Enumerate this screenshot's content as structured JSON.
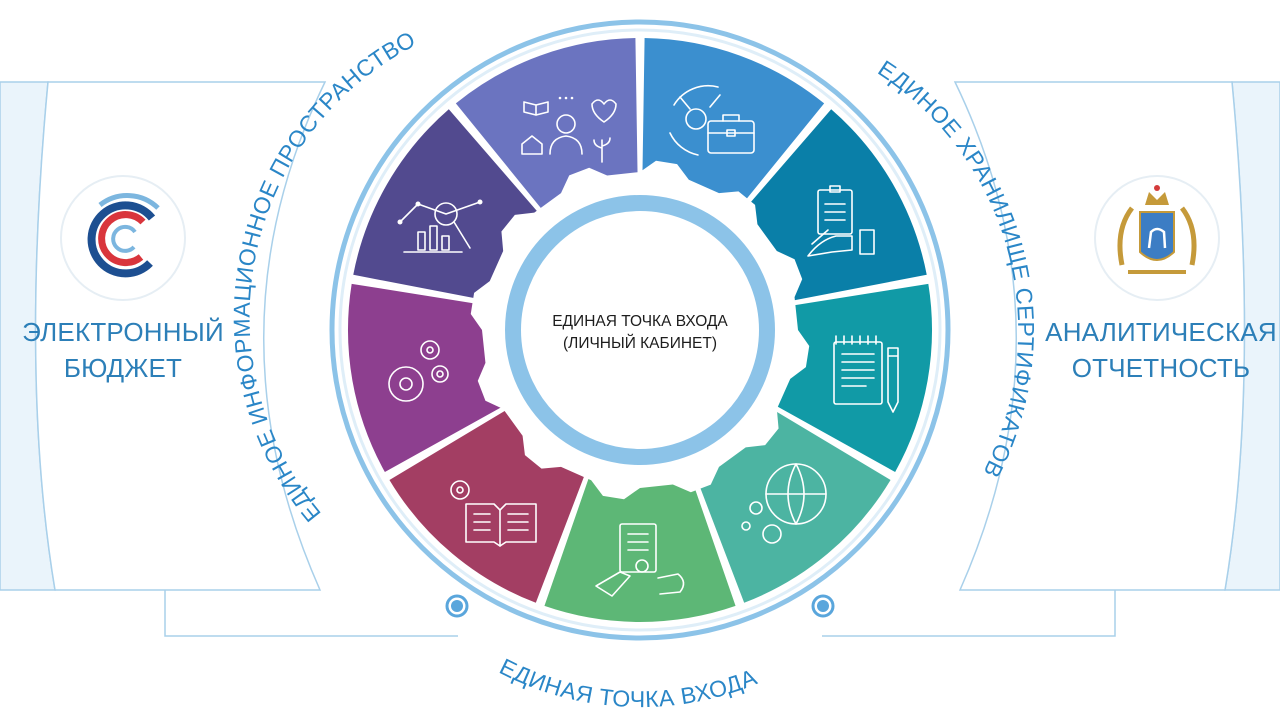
{
  "left_panel": {
    "line1": "ЭЛЕКТРОННЫЙ",
    "line2": "БЮДЖЕТ",
    "logo_icon": "electronic-budget-logo"
  },
  "right_panel": {
    "line1": "АНАЛИТИЧЕСКАЯ",
    "line2": "ОТЧЕТНОСТЬ",
    "logo_icon": "samara-region-coat-of-arms"
  },
  "ring_labels": {
    "left_arc": "ЕДИНОЕ ИНФОРМАЦИОННОЕ ПРОСТРАНСТВО",
    "right_arc": "ЕДИНОЕ ХРАНИЛИЩЕ СЕРТИФИКАТОВ",
    "bottom_arc": "ЕДИНАЯ ТОЧКА ВХОДА"
  },
  "center": {
    "line1": "ЕДИНАЯ ТОЧКА ВХОДА",
    "line2": "(ЛИЧНЫЙ КАБИНЕТ)"
  },
  "segments": [
    {
      "name": "social-services",
      "icon": "social-services-icon",
      "color": "#6b74c0"
    },
    {
      "name": "targets-briefcase",
      "icon": "briefcase-target-icon",
      "color": "#3b8fcf"
    },
    {
      "name": "signing",
      "icon": "document-signing-icon",
      "color": "#0a7fa8"
    },
    {
      "name": "notepad",
      "icon": "notepad-pencil-icon",
      "color": "#119aa6"
    },
    {
      "name": "global-settings",
      "icon": "globe-gears-icon",
      "color": "#4cb4a2"
    },
    {
      "name": "touch-document",
      "icon": "touch-document-icon",
      "color": "#5db776"
    },
    {
      "name": "knowledge-base",
      "icon": "book-gear-icon",
      "color": "#a33e63"
    },
    {
      "name": "settings",
      "icon": "gears-icon",
      "color": "#8d3f8f"
    },
    {
      "name": "analytics",
      "icon": "analytics-chart-icon",
      "color": "#524a8f"
    }
  ],
  "colors": {
    "ring": "#8cc3e8",
    "ring_dark": "#5aa6dc",
    "panel_fill": "#eaf4fb",
    "panel_stroke": "#a9d0ea",
    "label_blue": "#2c7fb8"
  }
}
